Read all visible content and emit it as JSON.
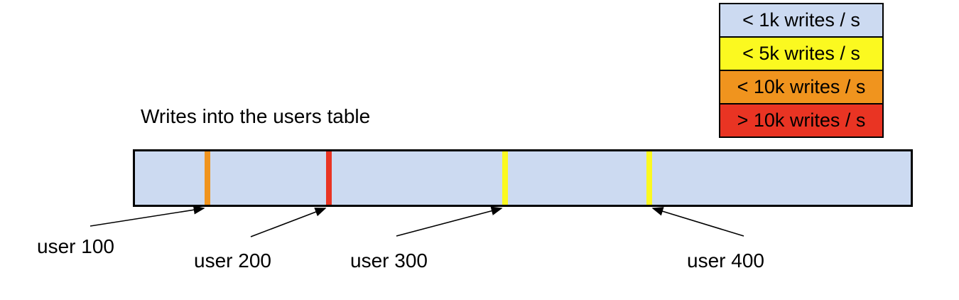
{
  "title": "Writes into the users table",
  "legend": {
    "items": [
      {
        "label": "< 1k writes / s",
        "color": "#ccdaf1"
      },
      {
        "label": "< 5k writes / s",
        "color": "#fbf920"
      },
      {
        "label": "< 10k writes / s",
        "color": "#f0941e"
      },
      {
        "label": "> 10k writes / s",
        "color": "#e93423"
      }
    ]
  },
  "table_bar": {
    "fill": "#ccdaf1",
    "stripes": [
      {
        "user": "user 100",
        "color": "#f0941e",
        "x_percent": 9.0
      },
      {
        "user": "user 200",
        "color": "#e93423",
        "x_percent": 24.6
      },
      {
        "user": "user 300",
        "color": "#fbf920",
        "x_percent": 47.3
      },
      {
        "user": "user 400",
        "color": "#fbf920",
        "x_percent": 65.9
      }
    ]
  },
  "user_labels": [
    {
      "text": "user 100"
    },
    {
      "text": "user 200"
    },
    {
      "text": "user 300"
    },
    {
      "text": "user 400"
    }
  ]
}
